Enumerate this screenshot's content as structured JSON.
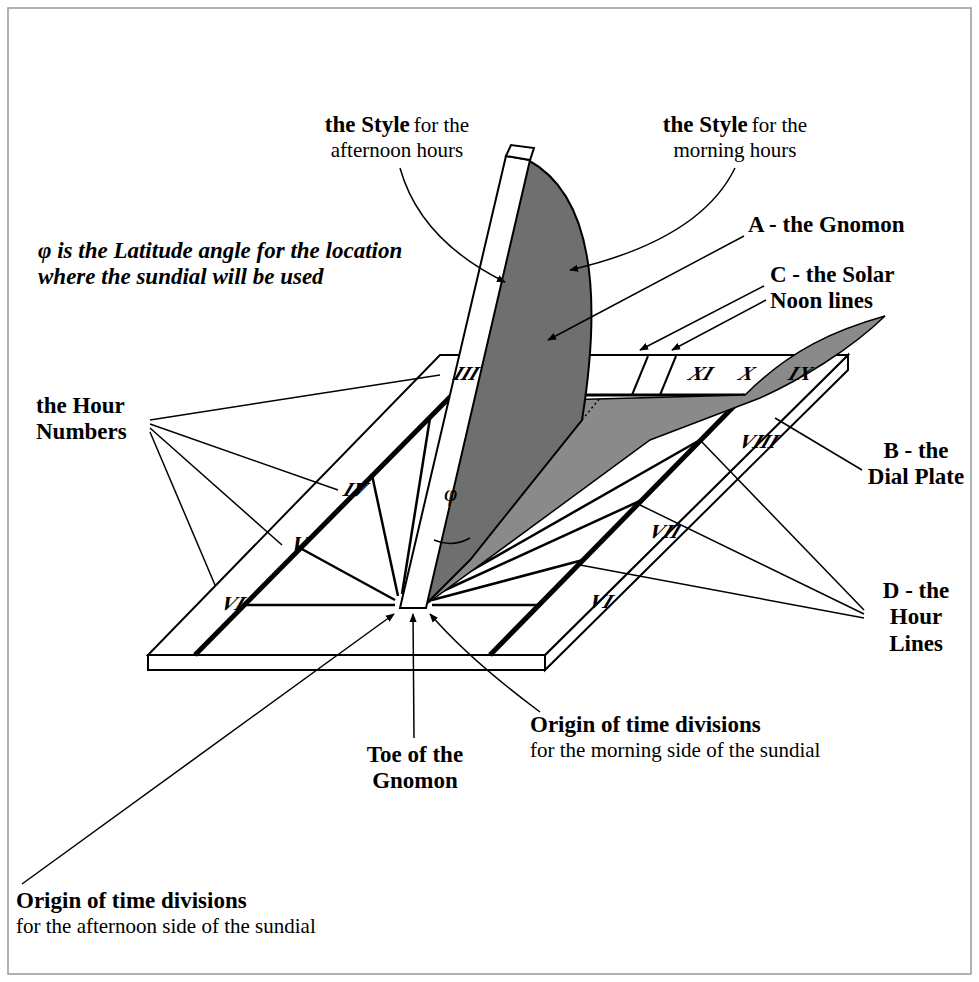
{
  "diagram": {
    "labels": [
      "the Style",
      "for the afternoon hours",
      "the Style",
      "for the morning hours",
      "A - the Gnomon",
      "φ is the Latitude angle for the location where the sundial will be used",
      "C - the Solar Noon lines",
      "the Hour Numbers",
      "B - the Dial Plate",
      "D - the Hour Lines",
      "φ",
      "III",
      "IV",
      "V",
      "VI",
      "XI",
      "X",
      "IX",
      "VIII",
      "VII",
      "VI",
      "Toe of the Gnomon",
      "Origin of time divisions",
      "for the morning side of the sundial",
      "Origin of time divisions",
      "for the afternoon side of the sundial"
    ]
  }
}
